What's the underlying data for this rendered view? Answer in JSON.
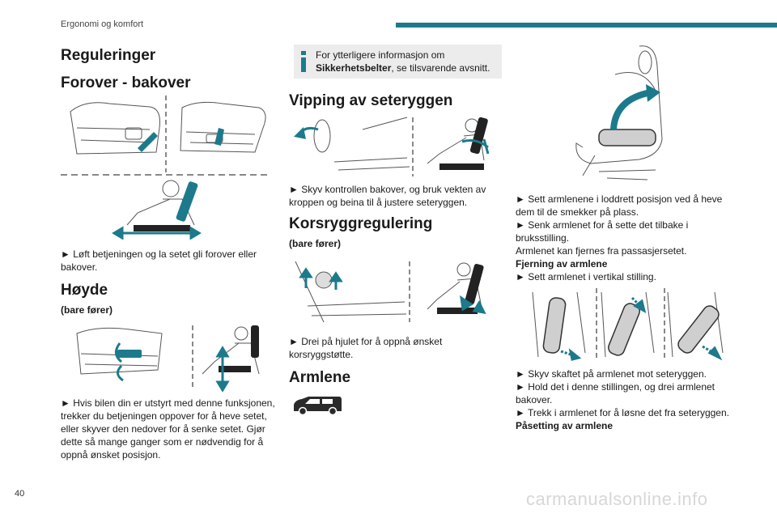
{
  "header": {
    "section": "Ergonomi og komfort",
    "accent": "#1c7a8c"
  },
  "page_number": "40",
  "watermark": "carmanualsonline.info",
  "col1": {
    "title": "Reguleringer",
    "sec1_title": "Forover - bakover",
    "sec1_text": "► Løft betjeningen og la setet gli forover eller bakover.",
    "sec2_title": "Høyde",
    "sec2_sub": "(bare fører)",
    "sec2_text": "► Hvis bilen din er utstyrt med denne funksjonen, trekker du betjeningen oppover for å heve setet, eller skyver den nedover for å senke setet. Gjør dette så mange ganger som er nødvendig for å oppnå ønsket posisjon."
  },
  "col2": {
    "note_text_1": "For ytterligere informasjon om ",
    "note_bold": "Sikkerhetsbelter",
    "note_text_2": ", se tilsvarende avsnitt.",
    "sec1_title": "Vipping av seteryggen",
    "sec1_text": "► Skyv kontrollen bakover, og bruk vekten av kroppen og beina til å justere seteryggen.",
    "sec2_title": "Korsryggregulering",
    "sec2_sub": "(bare fører)",
    "sec2_text": "► Drei på hjulet for å oppnå ønsket korsryggstøtte.",
    "sec3_title": "Armlene"
  },
  "col3": {
    "p1": "► Sett armlenene i loddrett posisjon ved å heve dem til de smekker på plass.",
    "p2": "► Senk armlenet for å sette det tilbake i bruksstilling.",
    "p3": "Armlenet kan fjernes fra passasjersetet.",
    "p4": "Fjerning av armlene",
    "p5": "► Sett armlenet i vertikal stilling.",
    "p6": "► Skyv skaftet på armlenet mot seteryggen.",
    "p7": "► Hold det i denne stillingen, og drei armlenet bakover.",
    "p8": "► Trekk i armlenet for å løsne det fra seteryggen.",
    "p9": "Påsetting av armlene"
  }
}
